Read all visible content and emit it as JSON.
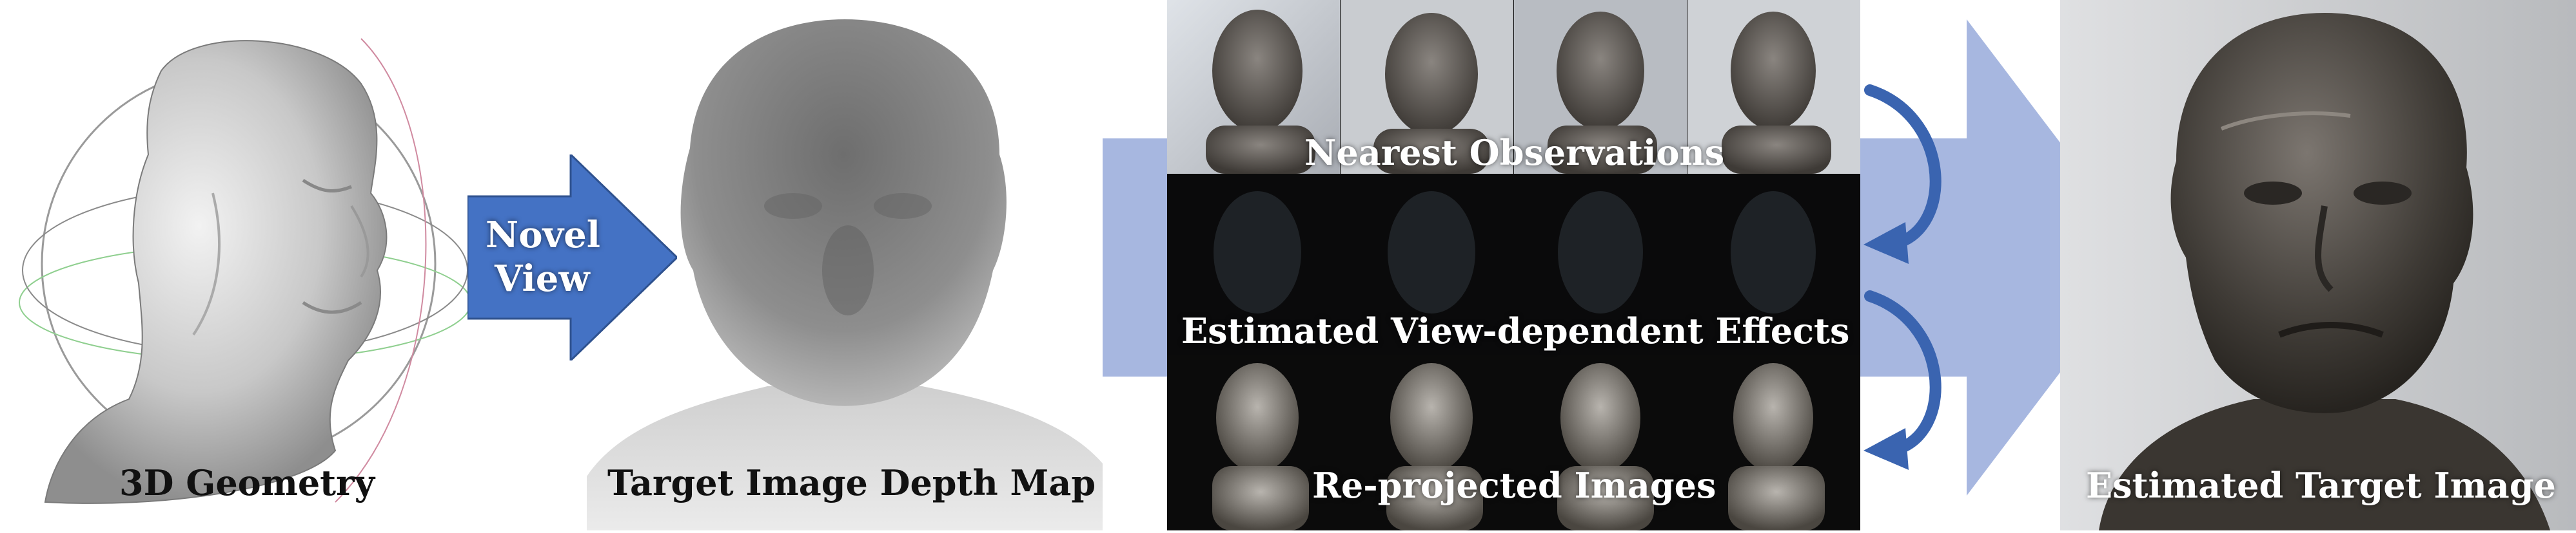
{
  "labels": {
    "geometry": "3D Geometry",
    "depth_map": "Target Image Depth Map",
    "novel_view_line1": "Novel",
    "novel_view_line2": "View",
    "nearest": "Nearest Observations",
    "effects": "Estimated View-dependent Effects",
    "reprojected": "Re-projected Images",
    "estimated_target": "Estimated Target Image"
  },
  "colors": {
    "arrow_blue": "#4472c4",
    "arrow_light": "#a7b7e0",
    "curved_arrow": "#3a64b0"
  }
}
